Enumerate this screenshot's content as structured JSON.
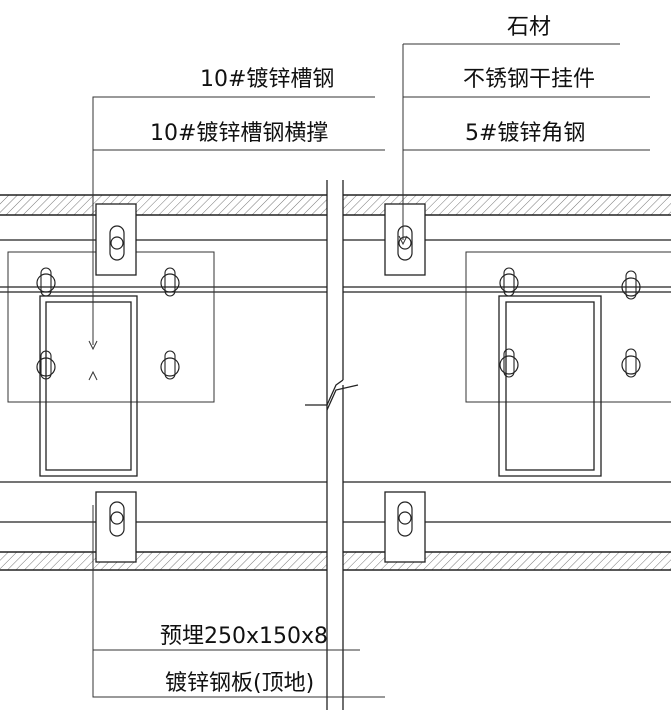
{
  "labels": {
    "left_top_1": "10#镀锌槽钢",
    "left_top_2": "10#镀锌槽钢横撑",
    "right_top_0": "石材",
    "right_top_1": "不锈钢干挂件",
    "right_top_2": "5#镀锌角钢",
    "bottom_1": "预埋250x150x8",
    "bottom_2": "镀锌钢板(顶地)"
  },
  "colors": {
    "line": "#222222",
    "hatch": "#555555",
    "background": "#ffffff"
  }
}
